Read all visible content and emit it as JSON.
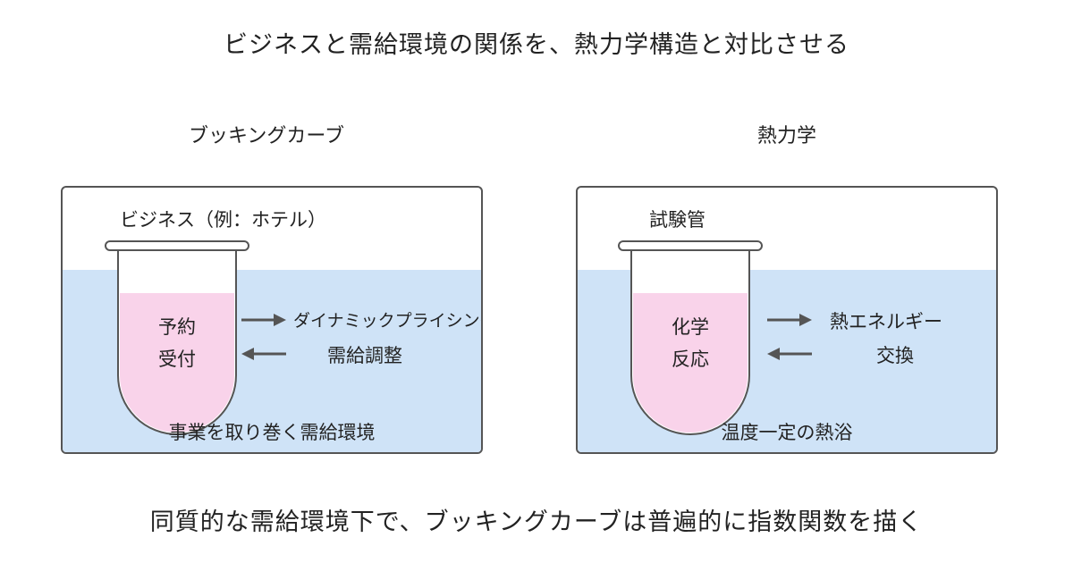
{
  "title": "ビジネスと需給環境の関係を、熱力学構造と対比させる",
  "footer": "同質的な需給環境下で、ブッキングカーブは普遍的に指数関数を描く",
  "left_panel": {
    "heading": "ブッキングカーブ",
    "vessel_label": "ビジネス（例：ホテル）",
    "tube_content_line1": "予約",
    "tube_content_line2": "受付",
    "arrow_right_label": "ダイナミックプライシング",
    "arrow_left_label": "需給調整",
    "bath_label": "事業を取り巻く需給環境"
  },
  "right_panel": {
    "heading": "熱力学",
    "vessel_label": "試験管",
    "tube_content_line1": "化学",
    "tube_content_line2": "反応",
    "arrow_right_label": "熱エネルギー",
    "arrow_left_label": "交換",
    "bath_label": "温度一定の熱浴"
  },
  "colors": {
    "water": "#cfe3f7",
    "tube_fill": "#f9d3ea",
    "outline": "#555555"
  }
}
